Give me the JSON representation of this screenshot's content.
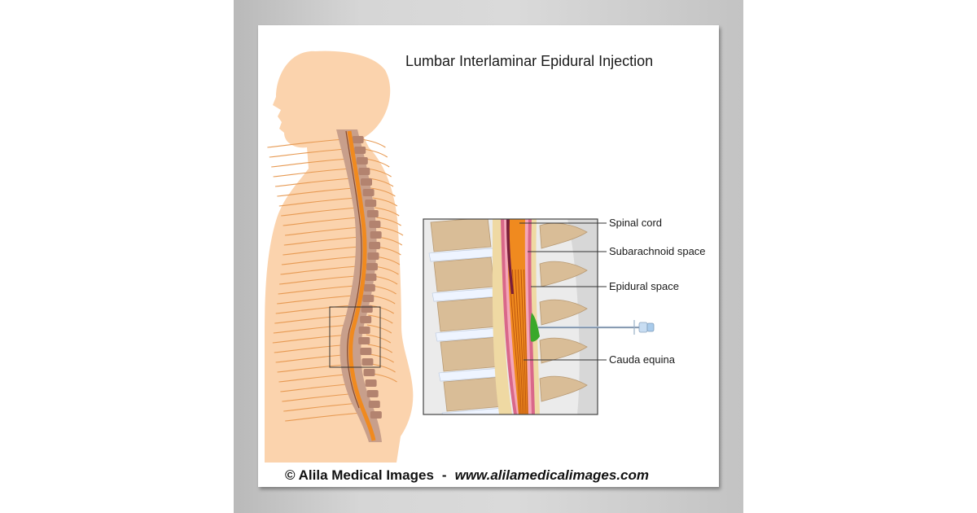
{
  "poster": {
    "title": "Lumbar Interlaminar Epidural Injection",
    "labels": {
      "spinal_cord": "Spinal cord",
      "subarachnoid": "Subarachnoid space",
      "epidural": "Epidural space",
      "cauda": "Cauda equina"
    },
    "footer": {
      "copyright": "© Alila Medical Images",
      "separator": "-",
      "url": "www.alilamedicalimages.com"
    }
  },
  "colors": {
    "skin": "#fbd3ad",
    "bone": "#d9bd97",
    "vertebra": "#b98a76",
    "cord": "#f08a1f",
    "dura": "#d9678a",
    "injectate": "#3aa82a",
    "disc": "#eef4ff"
  },
  "icons": [
    "injection-needle-icon",
    "zoom-box-icon"
  ]
}
